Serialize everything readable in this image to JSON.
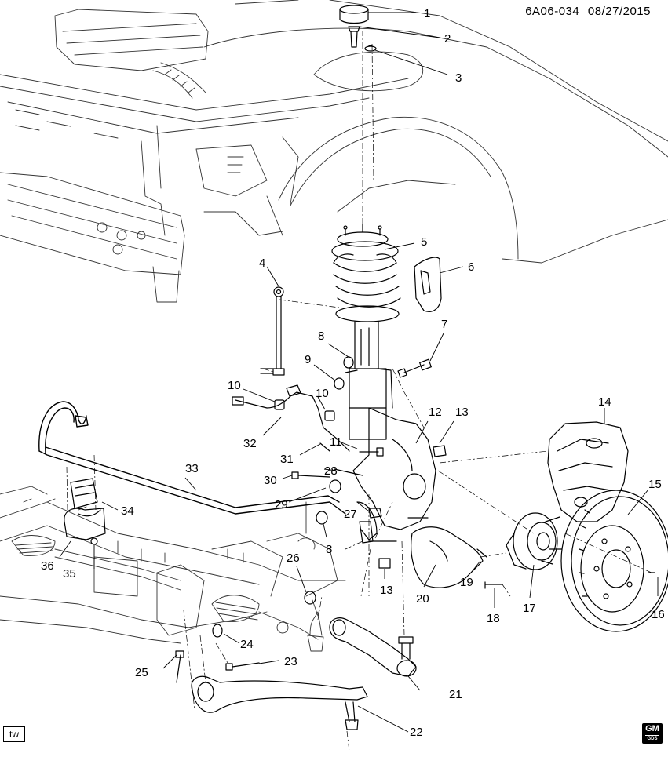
{
  "header": {
    "code": "6A06-034",
    "date": "08/27/2015"
  },
  "badges": {
    "left": "tw",
    "right": "GM",
    "right_sub": "GDS"
  },
  "callouts": [
    "1",
    "2",
    "3",
    "4",
    "5",
    "6",
    "7",
    "8",
    "8",
    "9",
    "10",
    "10",
    "11",
    "12",
    "13",
    "13",
    "14",
    "15",
    "16",
    "17",
    "18",
    "19",
    "20",
    "21",
    "22",
    "23",
    "24",
    "25",
    "26",
    "27",
    "28",
    "29",
    "30",
    "31",
    "32",
    "33",
    "34",
    "35",
    "36"
  ]
}
